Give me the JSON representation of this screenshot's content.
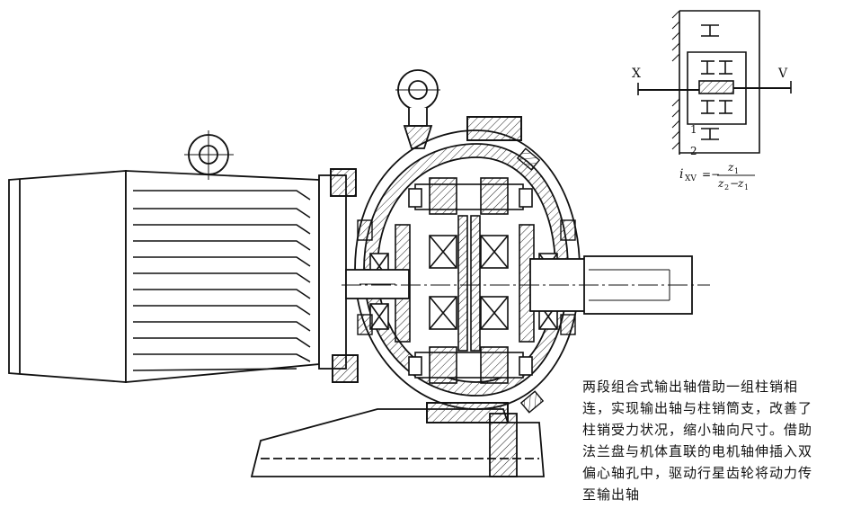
{
  "schematic": {
    "input_label": "X",
    "output_label": "V",
    "gear1_label": "1",
    "gear2_label": "2",
    "ratio_symbol": "i",
    "ratio_subscript": "XV",
    "ratio_equals": "=−",
    "ratio_numerator": "z",
    "ratio_numerator_sub": "1",
    "ratio_denominator_a": "z",
    "ratio_denominator_a_sub": "2",
    "ratio_denominator_minus": "−",
    "ratio_denominator_b": "z",
    "ratio_denominator_b_sub": "1"
  },
  "caption": {
    "lines": [
      "两段组合式输出轴借助一组柱销相",
      "连，实现输出轴与柱销筒支，改善了",
      "柱销受力状况，缩小轴向尺寸。借助",
      "法兰盘与机体直联的电机轴伸插入双",
      "偏心轴孔中，驱动行星齿轮将动力传",
      "至输出轴"
    ]
  }
}
